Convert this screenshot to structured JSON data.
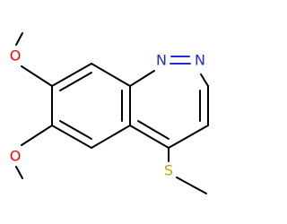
{
  "molecule": {
    "atoms": {
      "o_upper": {
        "label": "O",
        "color": "#ff0000"
      },
      "o_lower": {
        "label": "O",
        "color": "#ff0000"
      },
      "n1": {
        "label": "N",
        "color": "#1f2bd4"
      },
      "n2": {
        "label": "N",
        "color": "#1f2bd4"
      },
      "s": {
        "label": "S",
        "color": "#b8a800"
      }
    },
    "colors": {
      "bond": "#000000",
      "nitrogen_bond": "#1f2bd4"
    }
  }
}
